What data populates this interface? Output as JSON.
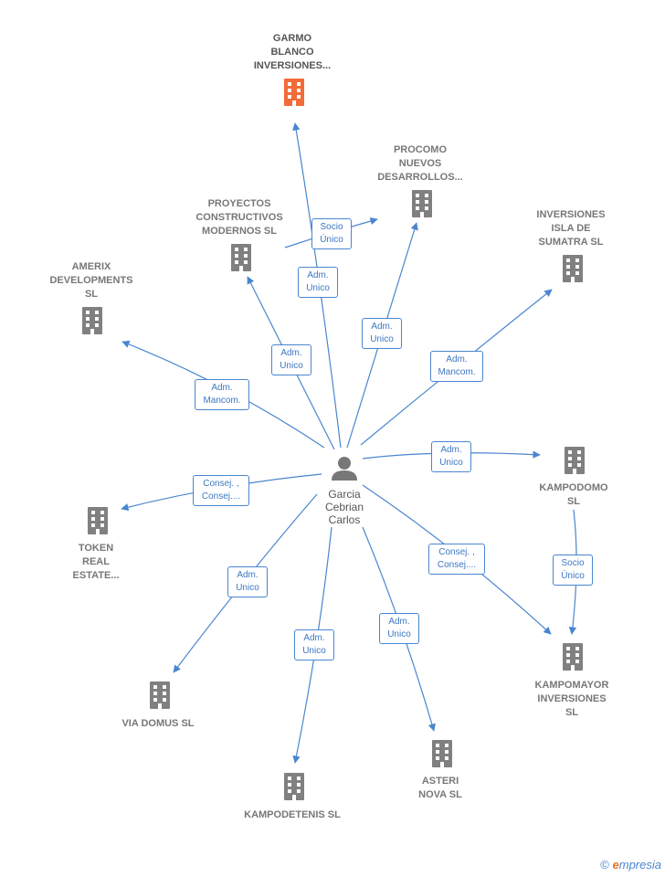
{
  "colors": {
    "edge": "#4a86cf",
    "building": "#808080",
    "highlight": "#f26b38",
    "person": "#777777"
  },
  "person": {
    "label": "Garcia\nCebrian\nCarlos",
    "icon": "person-icon"
  },
  "companies": [
    {
      "id": "garmo",
      "label": "GARMO\nBLANCO\nINVERSIONES...",
      "highlight": true
    },
    {
      "id": "procomo",
      "label": "PROCOMO\nNUEVOS\nDESARROLLOS..."
    },
    {
      "id": "proyectos",
      "label": "PROYECTOS\nCONSTRUCTIVOS\nMODERNOS SL"
    },
    {
      "id": "isla",
      "label": "INVERSIONES\nISLA DE\nSUMATRA  SL"
    },
    {
      "id": "amerix",
      "label": "AMERIX\nDEVELOPMENTS\nSL"
    },
    {
      "id": "kampodomo",
      "label": "KAMPODOMO\nSL"
    },
    {
      "id": "token",
      "label": "TOKEN\nREAL\nESTATE..."
    },
    {
      "id": "kampomayor",
      "label": "KAMPOMAYOR\nINVERSIONES\nSL"
    },
    {
      "id": "viadomus",
      "label": "VIA DOMUS  SL"
    },
    {
      "id": "asteri",
      "label": "ASTERI\nNOVA  SL"
    },
    {
      "id": "kampodetenis",
      "label": "KAMPODETENIS SL"
    }
  ],
  "edges": [
    {
      "from": "person",
      "to": "garmo",
      "label": "Adm.\nUnico"
    },
    {
      "from": "person",
      "to": "procomo",
      "label": "Adm.\nUnico"
    },
    {
      "from": "proyectos",
      "to": "procomo",
      "label": "Socio\nÚnico"
    },
    {
      "from": "person",
      "to": "proyectos",
      "label": "Adm.\nUnico"
    },
    {
      "from": "person",
      "to": "isla",
      "label": "Adm.\nMancom."
    },
    {
      "from": "person",
      "to": "amerix",
      "label": "Adm.\nMancom."
    },
    {
      "from": "person",
      "to": "kampodomo",
      "label": "Adm.\nUnico"
    },
    {
      "from": "person",
      "to": "token",
      "label": "Consej. ,\nConsej...."
    },
    {
      "from": "person",
      "to": "kampomayor",
      "label": "Consej. ,\nConsej...."
    },
    {
      "from": "kampodomo",
      "to": "kampomayor",
      "label": "Socio\nÚnico"
    },
    {
      "from": "person",
      "to": "viadomus",
      "label": "Adm.\nUnico"
    },
    {
      "from": "person",
      "to": "kampodetenis",
      "label": "Adm.\nUnico"
    },
    {
      "from": "person",
      "to": "asteri",
      "label": "Adm.\nUnico"
    }
  ],
  "footer": {
    "copyright": "©",
    "brand_initial": "e",
    "brand_rest": "mpresia"
  }
}
